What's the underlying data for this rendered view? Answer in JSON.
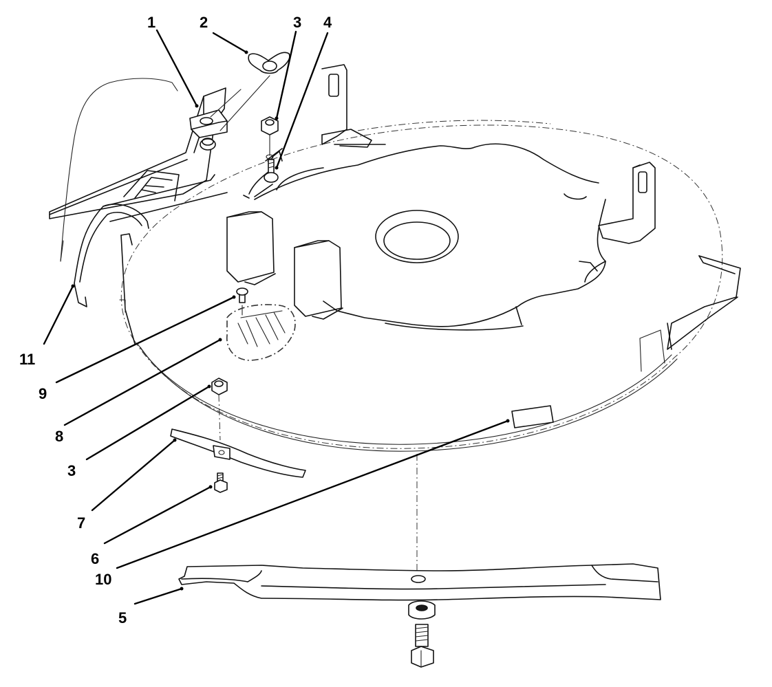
{
  "callouts": [
    {
      "id": "c1",
      "text": "1"
    },
    {
      "id": "c2",
      "text": "2"
    },
    {
      "id": "c3a",
      "text": "3"
    },
    {
      "id": "c4",
      "text": "4"
    },
    {
      "id": "c11",
      "text": "11"
    },
    {
      "id": "c9",
      "text": "9"
    },
    {
      "id": "c8",
      "text": "8"
    },
    {
      "id": "c3b",
      "text": "3"
    },
    {
      "id": "c7",
      "text": "7"
    },
    {
      "id": "c6",
      "text": "6"
    },
    {
      "id": "c10",
      "text": "10"
    },
    {
      "id": "c5",
      "text": "5"
    }
  ]
}
